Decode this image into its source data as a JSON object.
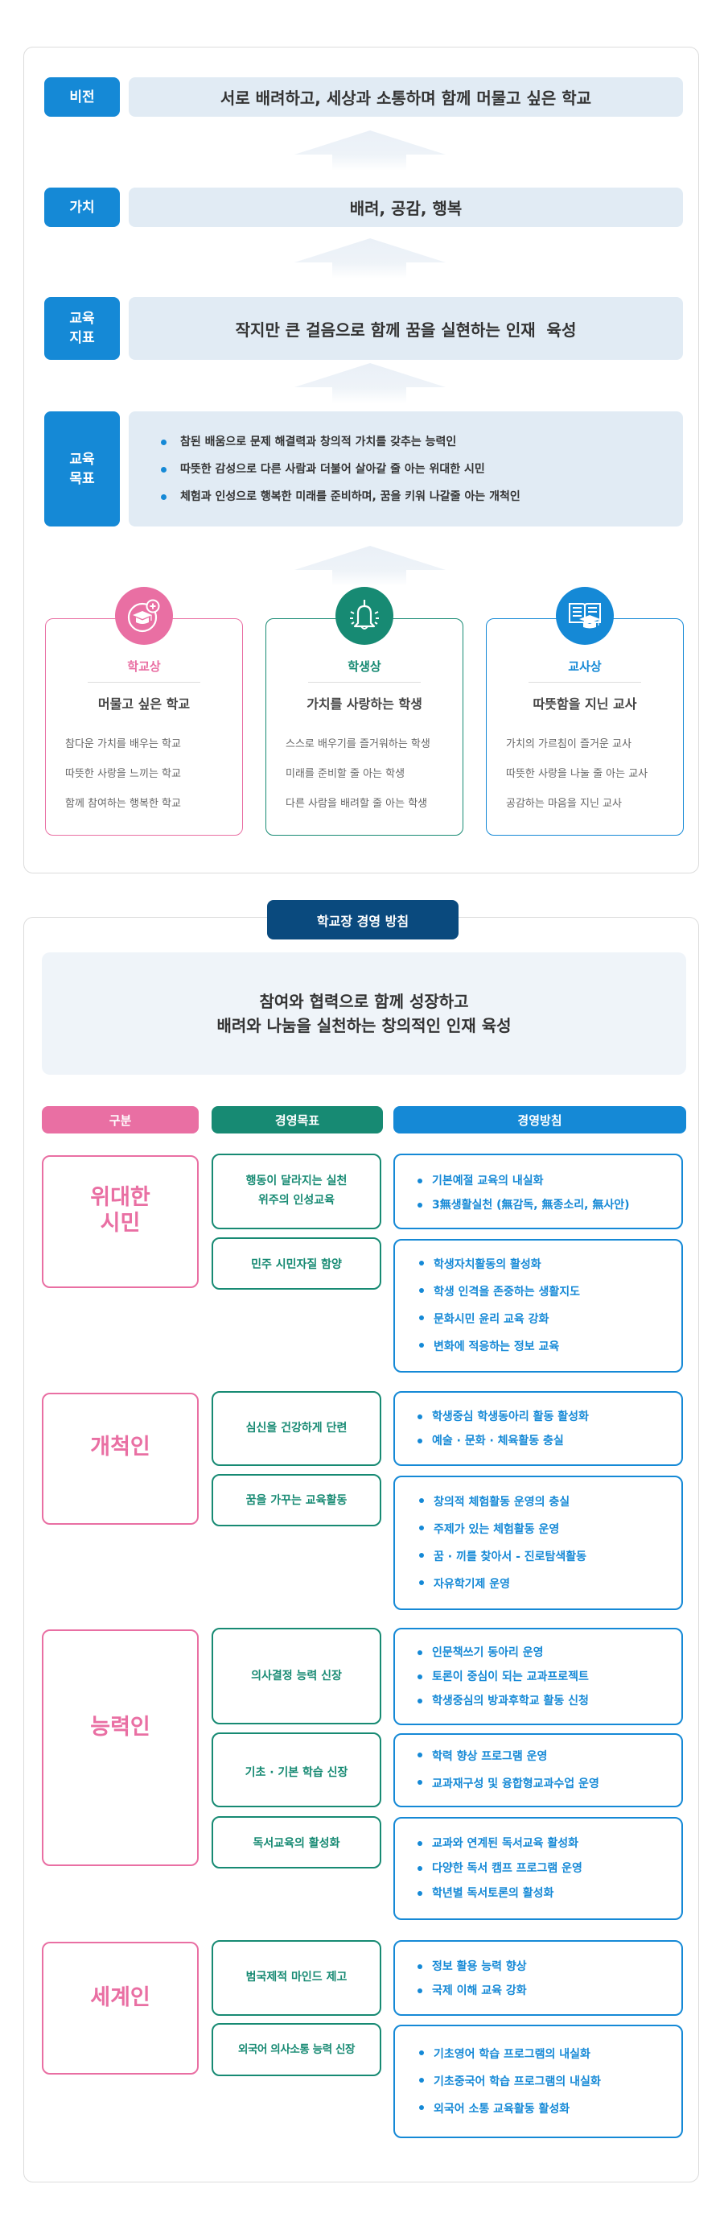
{
  "vision_section": {
    "rows": [
      {
        "label": "비전",
        "text": "서로 배려하고, 세상과 소통하며 함께 머물고 싶은 학교"
      },
      {
        "label": "가치",
        "text": "배려, 공감, 행복"
      },
      {
        "label_line1": "교육",
        "label_line2": "지표",
        "text": "작지만 큰 걸음으로 함께 꿈을 실현하는 인재  육성"
      },
      {
        "label_line1": "교육",
        "label_line2": "목표",
        "items": [
          "참된 배움으로 문제 해결력과 창의적 가치를 갖추는 능력인",
          "따뜻한 감성으로 다른 사람과 더불어 살아갈 줄 아는 위대한 시민",
          "체험과 인성으로 행복한 미래를 준비하며, 꿈을 키워 나갈줄 아는 개척인"
        ]
      }
    ],
    "portraits": [
      {
        "icon": "graduation-cap-plus-icon",
        "color": "#e96fa3",
        "title": "학교상",
        "subtitle": "머물고 싶은 학교",
        "items": [
          "참다운 가치를 배우는 학교",
          "따뜻한 사랑을 느끼는 학교",
          "함께 참여하는 행복한 학교"
        ]
      },
      {
        "icon": "bell-icon",
        "color": "#178a73",
        "title": "학생상",
        "subtitle": "가치를 사랑하는 학생",
        "items": [
          "스스로 배우기를 즐거워하는 학생",
          "미래를 준비할 줄 아는 학생",
          "다른 사람을 배려할 줄 아는 학생"
        ]
      },
      {
        "icon": "book-graduation-icon",
        "color": "#1589d6",
        "title": "교사상",
        "subtitle": "따뜻함을 지닌 교사",
        "items": [
          "가치의 가르침이 즐거운 교사",
          "따뜻한 사랑을 나눌 줄 아는 교사",
          "공감하는 마음을 지닌 교사"
        ]
      }
    ]
  },
  "management": {
    "title": "학교장 경영 방침",
    "headline_line1": "참여와 협력으로 함께 성장하고",
    "headline_line2": "배려와 나눔을 실천하는 창의적인 인재 육성",
    "columns": [
      "구분",
      "경영목표",
      "경영방침"
    ],
    "colors": {
      "category": "#e96fa3",
      "goal": "#178a73",
      "policy": "#1589d6",
      "title_bg": "#0a4a7e"
    },
    "groups": [
      {
        "category_line1": "위대한",
        "category_line2": "시민",
        "goals": [
          {
            "line1": "행동이 달라지는 실천",
            "line2": "위주의 인성교육",
            "policies": [
              "기본예절 교육의 내실화",
              "3無생활실천 (無감독, 無종소리, 無사안)"
            ]
          },
          {
            "line1": "민주 시민자질 함양",
            "policies": [
              "학생자치활동의 활성화",
              "학생 인격을 존중하는 생활지도",
              "문화시민 윤리 교육 강화",
              "변화에 적응하는 정보 교육"
            ]
          }
        ]
      },
      {
        "category_line1": "개척인",
        "goals": [
          {
            "line1": "심신을 건강하게 단련",
            "policies": [
              "학생중심 학생동아리 활동 활성화",
              "예술 · 문화 · 체육활동 충실"
            ]
          },
          {
            "line1": "꿈을 가꾸는 교육활동",
            "policies": [
              "창의적 체험활동 운영의 충실",
              "주제가 있는 체험활동 운영",
              "꿈 · 끼를 찾아서 - 진로탐색활동",
              "자유학기제 운영"
            ]
          }
        ]
      },
      {
        "category_line1": "능력인",
        "goals": [
          {
            "line1": "의사결정 능력 신장",
            "policies": [
              "인문책쓰기 동아리 운영",
              "토론이 중심이 되는 교과프로젝트",
              "학생중심의 방과후학교 활동 신청"
            ]
          },
          {
            "line1": "기초 · 기본 학습 신장",
            "policies": [
              "학력 향상 프로그램 운영",
              "교과재구성 및 융합형교과수업 운영"
            ]
          },
          {
            "line1": "독서교육의 활성화",
            "policies": [
              "교과와 연계된 독서교육 활성화",
              "다양한 독서 캠프 프로그램 운영",
              "학년별 독서토론의 활성화"
            ]
          }
        ]
      },
      {
        "category_line1": "세계인",
        "goals": [
          {
            "line1": "범국제적 마인드 제고",
            "policies": [
              "정보 활용 능력 향상",
              "국제 이해 교육 강화"
            ]
          },
          {
            "line1": "외국어 의사소통 능력 신장",
            "policies": [
              "기초영어 학습 프로그램의 내실화",
              "기초중국어 학습 프로그램의 내실화",
              "외국어 소통 교육활동 활성화"
            ]
          }
        ]
      }
    ]
  }
}
